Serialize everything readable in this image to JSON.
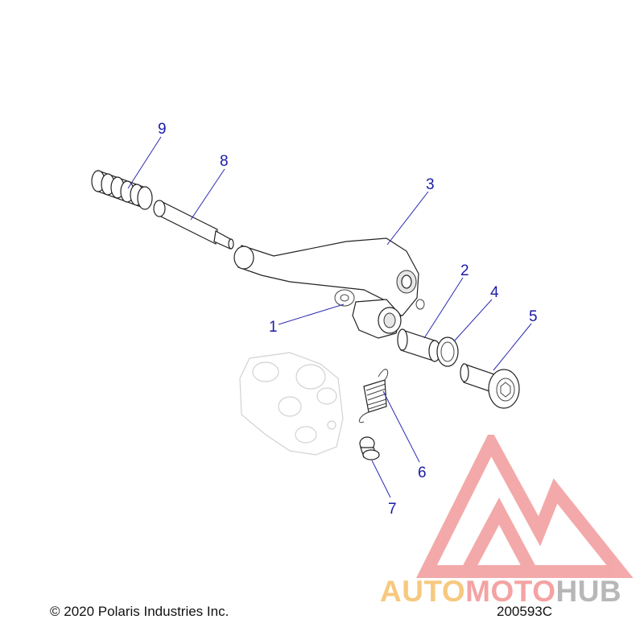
{
  "callouts": {
    "c1": "1",
    "c2": "2",
    "c3": "3",
    "c4": "4",
    "c5": "5",
    "c6": "6",
    "c7": "7",
    "c8": "8",
    "c9": "9"
  },
  "footer": {
    "copyright": "© 2020 Polaris Industries Inc.",
    "drawing_number": "200593C"
  },
  "watermark": {
    "part1": "AUTO",
    "part2": "MOTO",
    "part3": "HUB",
    "colors": {
      "auto": "#f6c97f",
      "moto": "#f4a3a3",
      "hub": "#b7b7b7",
      "logo": "#f29b9b"
    }
  },
  "colors": {
    "callout": "#1a1aa8"
  }
}
